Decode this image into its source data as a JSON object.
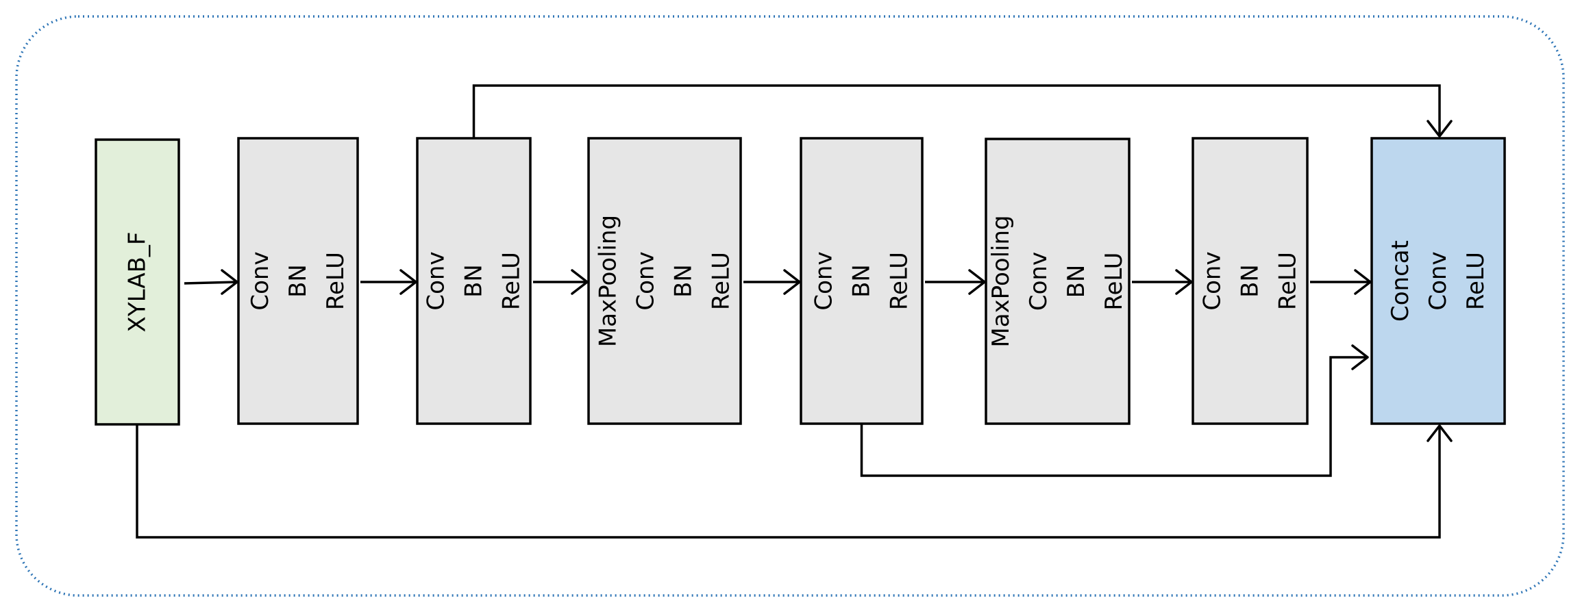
{
  "colors": {
    "input_fill": "#e2efda",
    "layer_fill": "#e6e6e6",
    "output_fill": "#bdd7ee",
    "stroke": "#000000",
    "frame_stroke": "#2e75b6"
  },
  "blocks": [
    {
      "id": "xylab",
      "kind": "input",
      "lines": [
        "XYLAB_F"
      ]
    },
    {
      "id": "conv1",
      "kind": "layer",
      "lines": [
        "Conv",
        "BN",
        "ReLU"
      ]
    },
    {
      "id": "conv2",
      "kind": "layer",
      "lines": [
        "Conv",
        "BN",
        "ReLU"
      ]
    },
    {
      "id": "pool1",
      "kind": "layer",
      "lines": [
        "MaxPooling",
        "Conv",
        "BN",
        "ReLU"
      ]
    },
    {
      "id": "conv3",
      "kind": "layer",
      "lines": [
        "Conv",
        "BN",
        "ReLU"
      ]
    },
    {
      "id": "pool2",
      "kind": "layer",
      "lines": [
        "MaxPooling",
        "Conv",
        "BN",
        "ReLU"
      ]
    },
    {
      "id": "conv4",
      "kind": "layer",
      "lines": [
        "Conv",
        "BN",
        "ReLU"
      ]
    },
    {
      "id": "concat",
      "kind": "output",
      "lines": [
        "Concat",
        "Conv",
        "ReLU"
      ]
    }
  ],
  "edges": [
    {
      "from": "xylab",
      "to": "conv1"
    },
    {
      "from": "conv1",
      "to": "conv2"
    },
    {
      "from": "conv2",
      "to": "pool1"
    },
    {
      "from": "pool1",
      "to": "conv3"
    },
    {
      "from": "conv3",
      "to": "pool2"
    },
    {
      "from": "pool2",
      "to": "conv4"
    },
    {
      "from": "conv4",
      "to": "concat"
    },
    {
      "from": "conv2",
      "to": "concat",
      "skip": "top"
    },
    {
      "from": "conv3",
      "to": "concat",
      "skip": "middle"
    },
    {
      "from": "xylab",
      "to": "concat",
      "skip": "bottom"
    }
  ]
}
